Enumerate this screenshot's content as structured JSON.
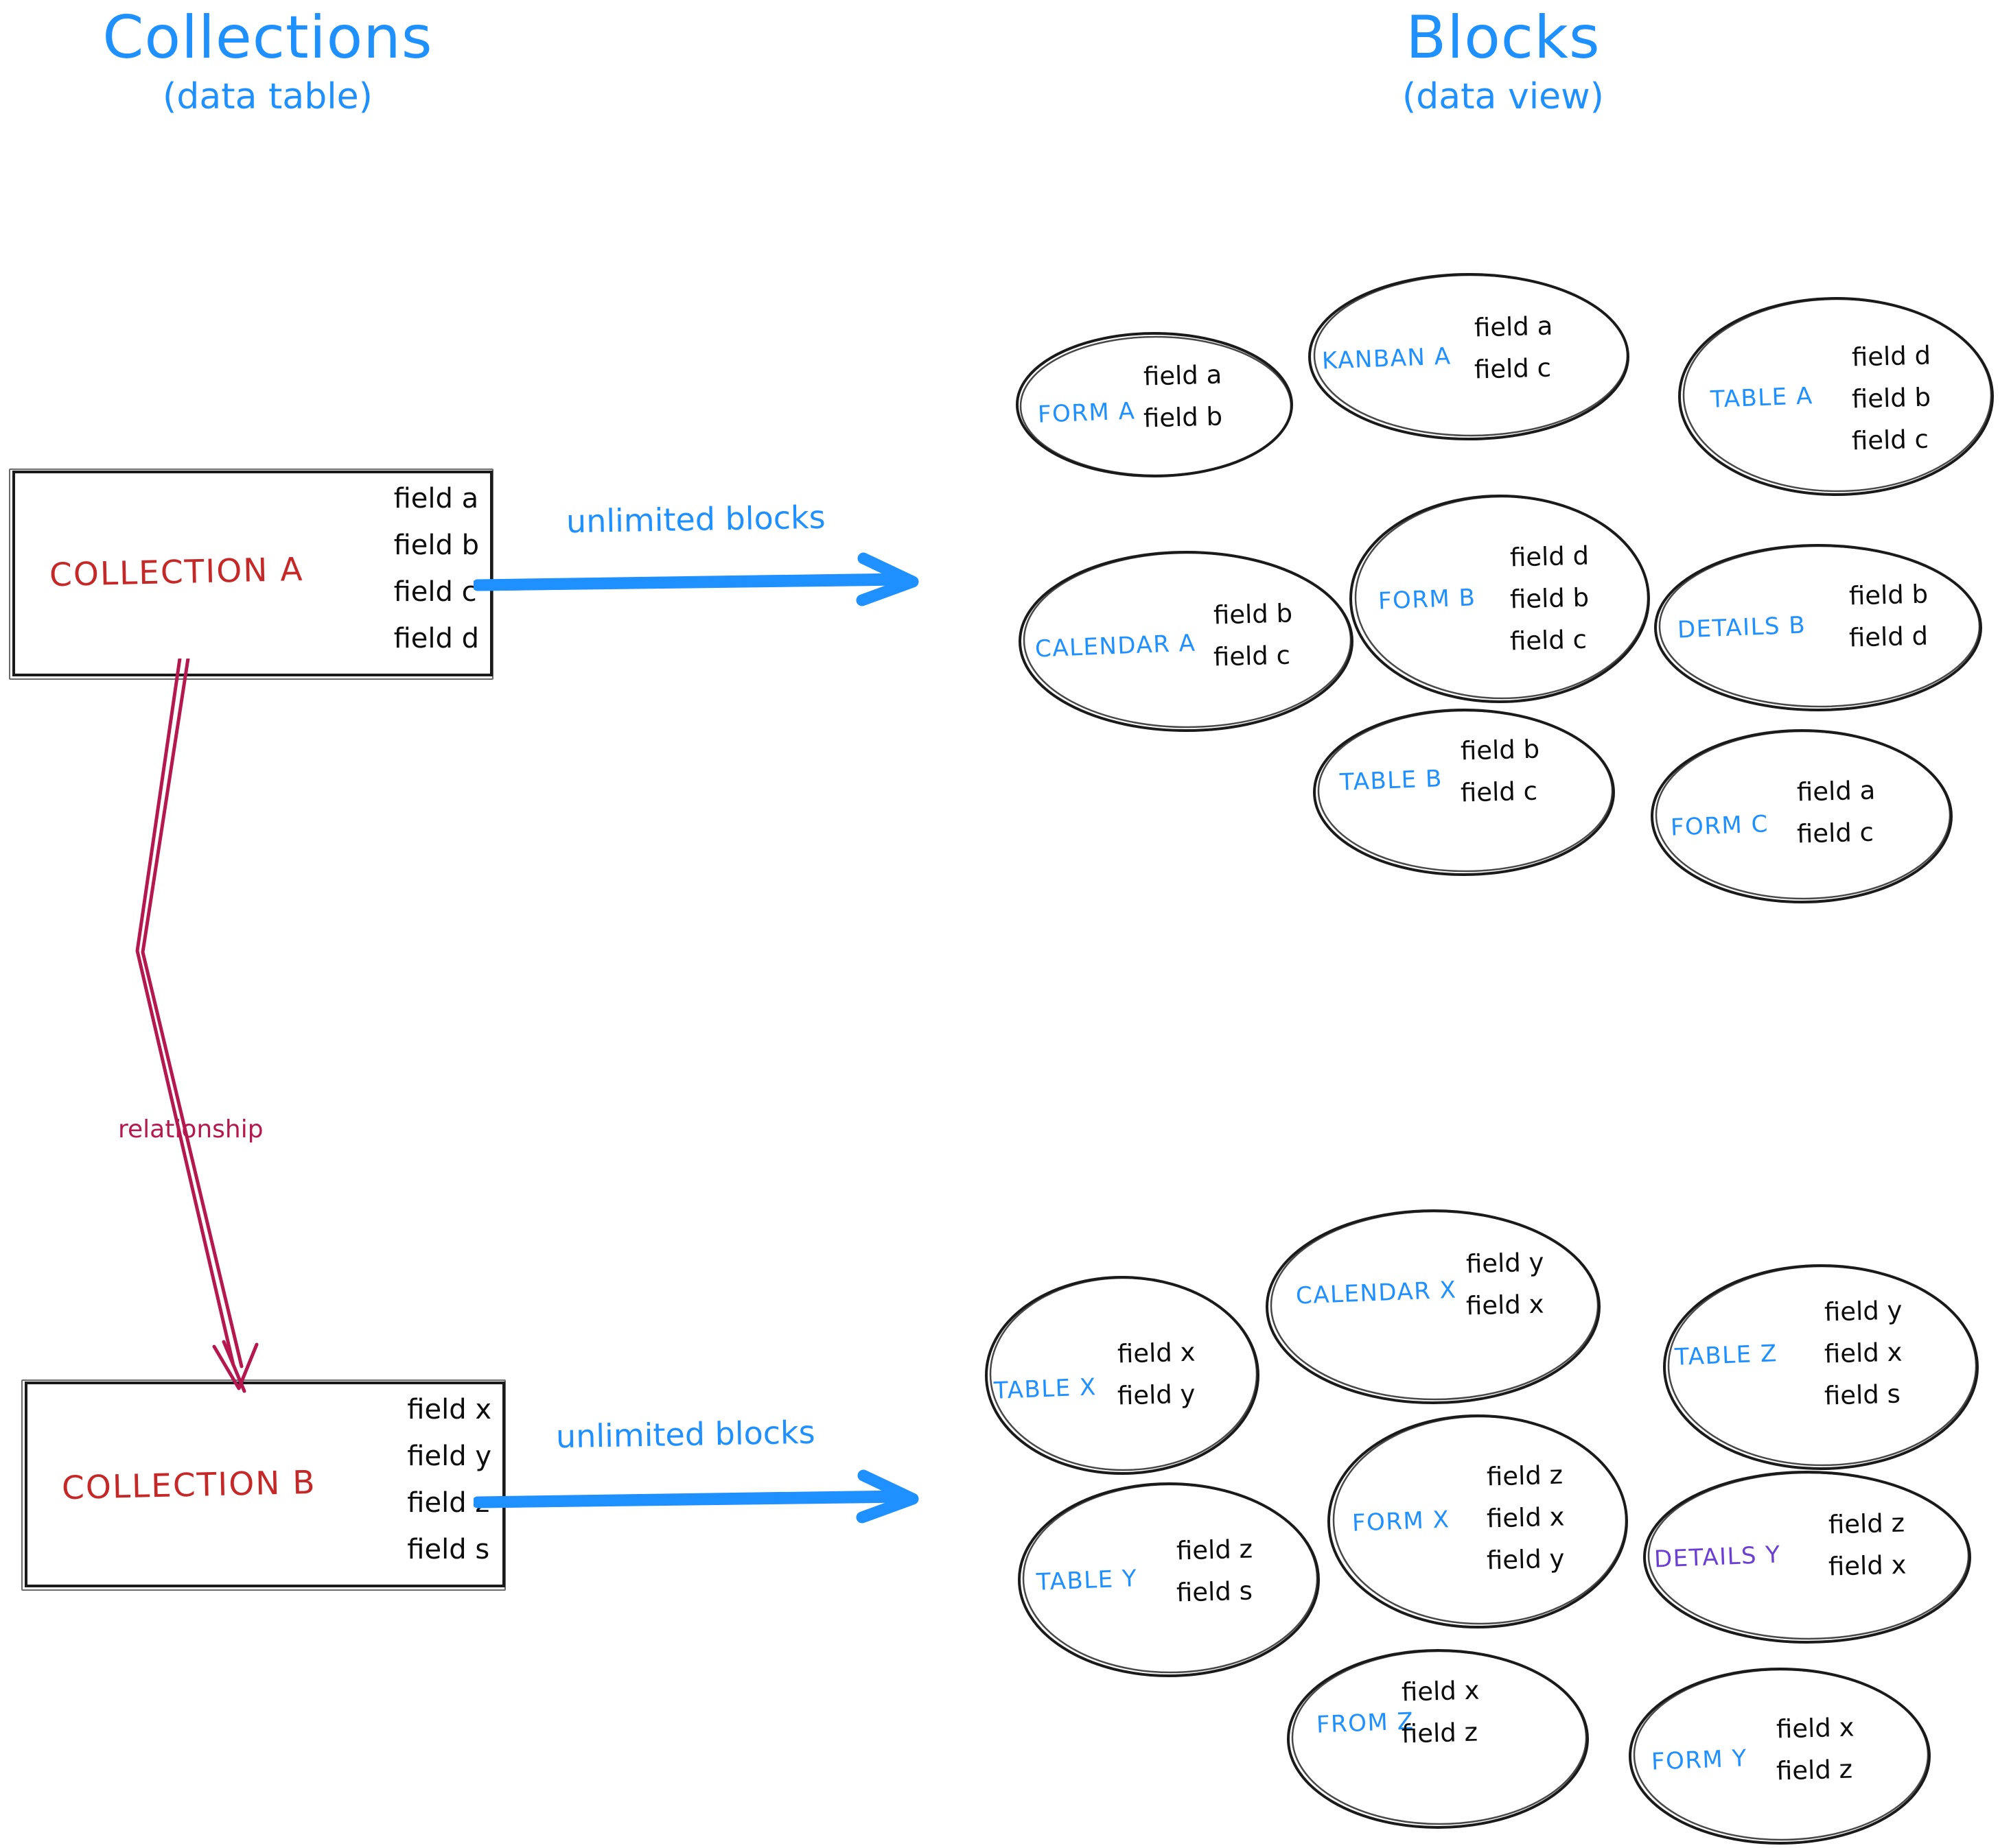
{
  "headings": {
    "left": {
      "main": "Collections",
      "sub": "(data table)"
    },
    "right": {
      "main": "Blocks",
      "sub": "(data view)"
    }
  },
  "colors": {
    "accent_blue": "#1e90ff",
    "collection_red": "#c62828",
    "relationship_crimson": "#b5184e",
    "details_purple": "#6b3fd4",
    "stroke_black": "#1a1a1a"
  },
  "collections": [
    {
      "id": "collection-a",
      "name": "COLLECTION A",
      "fields": [
        "field a",
        "field b",
        "field c",
        "field d"
      ]
    },
    {
      "id": "collection-b",
      "name": "COLLECTION B",
      "fields": [
        "field x",
        "field y",
        "field z",
        "field s"
      ]
    }
  ],
  "arrows": [
    {
      "id": "arrow-a",
      "label": "unlimited blocks"
    },
    {
      "id": "arrow-b",
      "label": "unlimited blocks"
    }
  ],
  "relationship": {
    "label": "relationship"
  },
  "blocks_top": [
    {
      "name": "FORM A",
      "fields": [
        "field a",
        "field b"
      ]
    },
    {
      "name": "KANBAN A",
      "fields": [
        "field a",
        "field c"
      ]
    },
    {
      "name": "TABLE A",
      "fields": [
        "field d",
        "field b",
        "field c"
      ]
    },
    {
      "name": "CALENDAR A",
      "fields": [
        "field b",
        "field c"
      ]
    },
    {
      "name": "FORM B",
      "fields": [
        "field d",
        "field b",
        "field c"
      ]
    },
    {
      "name": "DETAILS B",
      "fields": [
        "field b",
        "field d"
      ]
    },
    {
      "name": "TABLE B",
      "fields": [
        "field b",
        "field c"
      ]
    },
    {
      "name": "FORM C",
      "fields": [
        "field a",
        "field c"
      ]
    }
  ],
  "blocks_bottom": [
    {
      "name": "TABLE X",
      "fields": [
        "field x",
        "field y"
      ]
    },
    {
      "name": "CALENDAR X",
      "fields": [
        "field y",
        "field x"
      ]
    },
    {
      "name": "TABLE Z",
      "fields": [
        "field y",
        "field x",
        "field s"
      ]
    },
    {
      "name": "TABLE Y",
      "fields": [
        "field z",
        "field s"
      ]
    },
    {
      "name": "FORM X",
      "fields": [
        "field z",
        "field x",
        "field y"
      ]
    },
    {
      "name": "DETAILS Y",
      "fields": [
        "field z",
        "field x"
      ]
    },
    {
      "name": "FROM Z",
      "fields": [
        "field x",
        "field z"
      ]
    },
    {
      "name": "FORM Y",
      "fields": [
        "field x",
        "field z"
      ]
    }
  ]
}
